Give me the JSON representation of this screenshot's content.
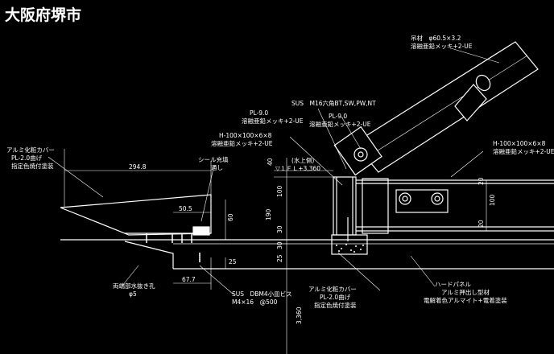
{
  "title": "大阪府堺市",
  "labels": {
    "suspender_1": "吊材　φ60.5×3.2",
    "suspender_2": "溶融亜鉛メッキ+2-UE",
    "bolt_1": "SUS　M16六角BT,SW,PW,NT",
    "plate_1": "PL-9.0",
    "plate_2": "溶融亜鉛メッキ+2-UE",
    "beam_left_1": "H-100×100×6×8",
    "beam_left_2": "溶融亜鉛メッキ+2-UE",
    "beam_right_1": "H-100×100×6×8",
    "beam_right_2": "溶融亜鉛メッキ+2-UE",
    "cover_left_1": "アルミ化粧カバー",
    "cover_left_2": "PL-2.0曲げ",
    "cover_left_3": "指定色焼付塗装",
    "seal_1": "シール充填",
    "seal_2": "通し",
    "water_side": "(水上側)",
    "floor_level": "▽１ＦＬ+3,360",
    "drain_1": "両端部水抜き孔",
    "drain_2": "φ5",
    "screw_1": "SUS　DBM4小皿ビス",
    "screw_2": "M4×16　@500",
    "cover_bottom_1": "アルミ化粧カバー",
    "cover_bottom_2": "PL-2.0曲げ",
    "cover_bottom_3": "指定色焼付塗装",
    "panel_1": "ハードパネル",
    "panel_2": "アルミ押出し型材",
    "panel_3": "電解着色アルマイト+電着塗装"
  },
  "dims": {
    "d_294": "294.8",
    "d_50": "50.5",
    "d_60": "60",
    "d_67": "67.7",
    "d_25a": "25",
    "d_40": "40",
    "d_100a": "100",
    "d_190": "190",
    "d_30a": "30",
    "d_30b": "30",
    "d_25b": "25",
    "d_20a": "20",
    "d_20b": "20",
    "d_100b": "100",
    "d_3360": "3,360"
  }
}
